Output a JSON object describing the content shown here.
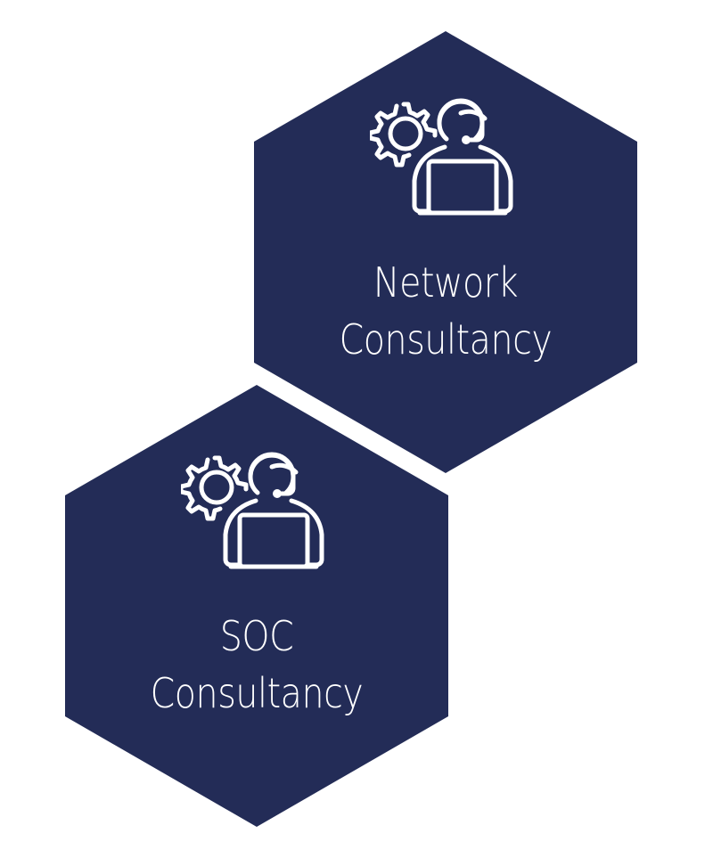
{
  "colors": {
    "hexagon_fill": "#232c57",
    "icon_stroke": "#ffffff",
    "background": "#ffffff"
  },
  "tiles": [
    {
      "icon": "consultant-gear-icon",
      "line1": "Network",
      "line2": "Consultancy"
    },
    {
      "icon": "consultant-gear-icon",
      "line1": "SOC",
      "line2": "Consultancy"
    }
  ]
}
